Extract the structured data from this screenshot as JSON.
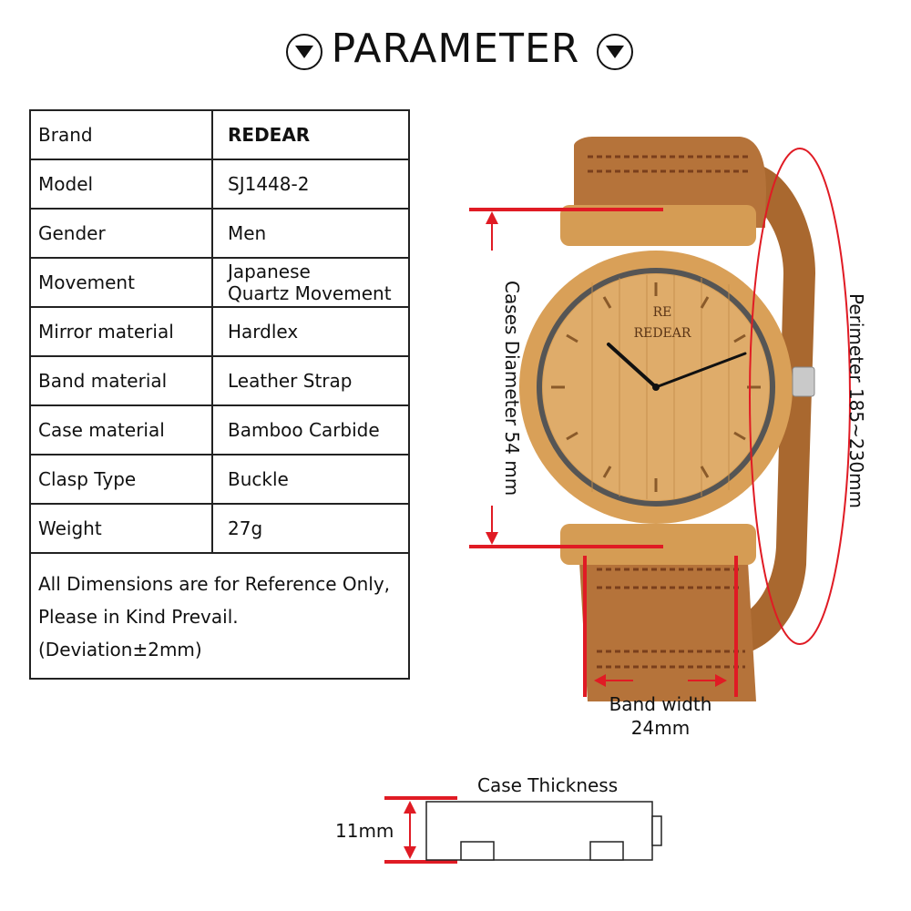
{
  "header": {
    "title": "PARAMETER",
    "icon": "triangle-down-icon"
  },
  "spec_table": {
    "rows": [
      {
        "label": "Brand",
        "value": "REDEAR"
      },
      {
        "label": "Model",
        "value": "SJ1448-2"
      },
      {
        "label": "Gender",
        "value": "Men"
      },
      {
        "label": "Movement",
        "value_line1": "Japanese",
        "value_line2": "Quartz Movement"
      },
      {
        "label": "Mirror material",
        "value": "Hardlex"
      },
      {
        "label": "Band material",
        "value": "Leather Strap"
      },
      {
        "label": "Case material",
        "value": "Bamboo Carbide"
      },
      {
        "label": "Clasp Type",
        "value": "Buckle"
      },
      {
        "label": "Weight",
        "value": "27g"
      }
    ],
    "note": {
      "line1": "All Dimensions are for Reference Only,",
      "line2": "Please in Kind Prevail.",
      "line3": "(Deviation±2mm)"
    }
  },
  "watch": {
    "dial_brand": "REDEAR",
    "dial_logo": "RE",
    "case_diameter": "Cases Diameter 54 mm",
    "perimeter": "Perimeter 185~230mm",
    "band_width_line1": "Band width",
    "band_width_line2": "24mm"
  },
  "thickness": {
    "title": "Case Thickness",
    "value": "11mm"
  },
  "colors": {
    "accent": "#e01b24",
    "bamboo": "#d9a058",
    "leather": "#b5733a",
    "border": "#222222"
  }
}
